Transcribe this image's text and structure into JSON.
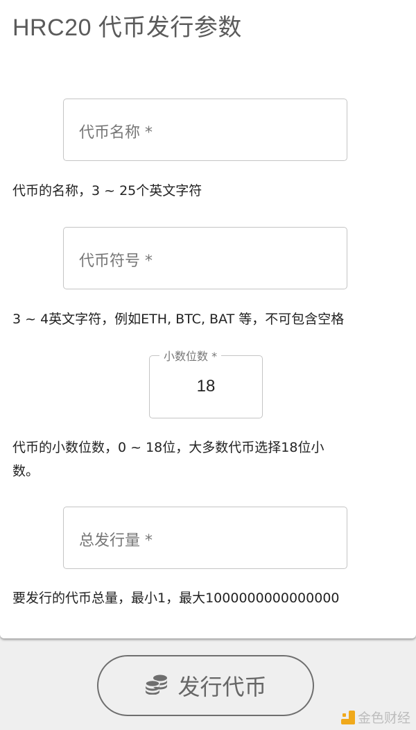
{
  "page": {
    "title": "HRC20 代币发行参数"
  },
  "form": {
    "token_name": {
      "placeholder": "代币名称 *",
      "value": "",
      "help": "代币的名称，3 ~ 25个英文字符"
    },
    "token_symbol": {
      "placeholder": "代币符号 *",
      "value": "",
      "help": "3 ~ 4英文字符，例如ETH, BTC, BAT 等，不可包含空格"
    },
    "decimals": {
      "label": "小数位数 *",
      "value": "18",
      "help_line1": "代币的小数位数，0 ~ 18位，大多数代币选择18位小",
      "help_line2": "数。"
    },
    "total_supply": {
      "placeholder": "总发行量 *",
      "value": "",
      "help": "要发行的代币总量，最小1，最大1000000000000000"
    }
  },
  "actions": {
    "issue_label": "发行代币",
    "issue_icon": "coins-icon"
  },
  "watermark": {
    "text": "金色财经",
    "color": "#f0a91b"
  }
}
